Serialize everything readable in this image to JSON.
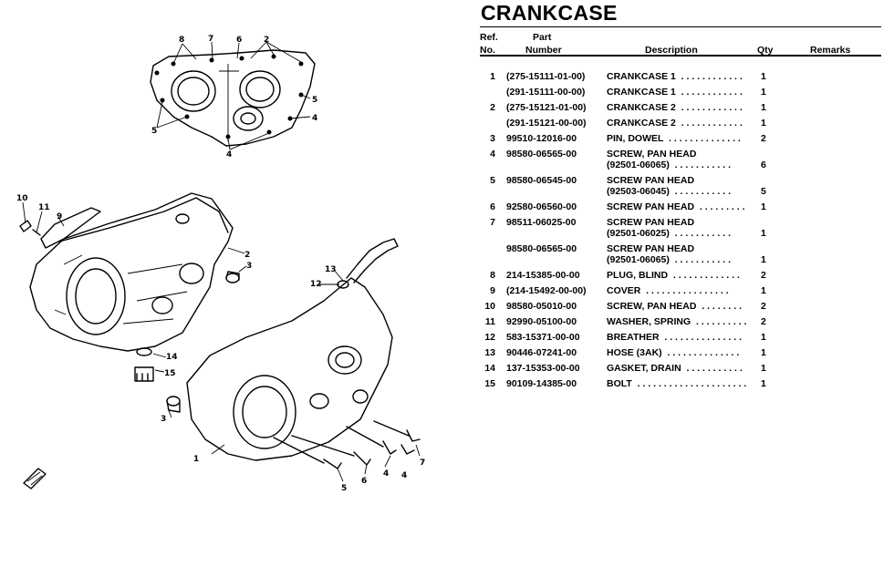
{
  "title": "CRANKCASE",
  "headers": {
    "ref_line1": "Ref.",
    "ref_line2": "No.",
    "part_line1": "Part",
    "part_line2": "Number",
    "description": "Description",
    "qty": "Qty",
    "remarks": "Remarks"
  },
  "parts": [
    {
      "ref": "1",
      "part_number": "(275-15111-01-00)",
      "description": [
        "CRANKCASE 1  . . . . . . . . . . . ."
      ],
      "qty": "1"
    },
    {
      "ref": "",
      "part_number": "(291-15111-00-00)",
      "description": [
        "CRANKCASE 1  . . . . . . . . . . . ."
      ],
      "qty": "1"
    },
    {
      "ref": "2",
      "part_number": "(275-15121-01-00)",
      "description": [
        "CRANKCASE 2  . . . . . . . . . . . ."
      ],
      "qty": "1"
    },
    {
      "ref": "",
      "part_number": "(291-15121-00-00)",
      "description": [
        "CRANKCASE 2  . . . . . . . . . . . ."
      ],
      "qty": "1"
    },
    {
      "ref": "3",
      "part_number": "99510-12016-00",
      "description": [
        "PIN, DOWEL  . . . . . . . . . . . . . ."
      ],
      "qty": "2"
    },
    {
      "ref": "4",
      "part_number": "98580-06565-00",
      "description": [
        "SCREW, PAN HEAD",
        "(92501-06065)  . . . . . . . . . . ."
      ],
      "qty": "6"
    },
    {
      "ref": "5",
      "part_number": "98580-06545-00",
      "description": [
        "SCREW PAN HEAD",
        "(92503-06045)  . . . . . . . . . . ."
      ],
      "qty": "5"
    },
    {
      "ref": "6",
      "part_number": "92580-06560-00",
      "description": [
        "SCREW PAN HEAD  . . . . . . . . ."
      ],
      "qty": "1"
    },
    {
      "ref": "7",
      "part_number": "98511-06025-00",
      "description": [
        "SCREW PAN HEAD",
        "(92501-06025)  . . . . . . . . . . ."
      ],
      "qty": "1"
    },
    {
      "ref": "",
      "part_number": "98580-06565-00",
      "description": [
        "SCREW PAN HEAD",
        "(92501-06065)  . . . . . . . . . . ."
      ],
      "qty": "1"
    },
    {
      "ref": "8",
      "part_number": "214-15385-00-00",
      "description": [
        "PLUG, BLIND  . . . . . . . . . . . . ."
      ],
      "qty": "2"
    },
    {
      "ref": "9",
      "part_number": "(214-15492-00-00)",
      "description": [
        "COVER  . . . . . . . . . . . . . . . ."
      ],
      "qty": "1"
    },
    {
      "ref": "10",
      "part_number": "98580-05010-00",
      "description": [
        "SCREW, PAN HEAD  . . . . . . . ."
      ],
      "qty": "2"
    },
    {
      "ref": "11",
      "part_number": "92990-05100-00",
      "description": [
        "WASHER, SPRING  . . . . . . . . . ."
      ],
      "qty": "2"
    },
    {
      "ref": "12",
      "part_number": "583-15371-00-00",
      "description": [
        "BREATHER  . . . . . . . . . . . . . . ."
      ],
      "qty": "1"
    },
    {
      "ref": "13",
      "part_number": "90446-07241-00",
      "description": [
        "HOSE (3AK)  . . . . . . . . . . . . . ."
      ],
      "qty": "1"
    },
    {
      "ref": "14",
      "part_number": "137-15353-00-00",
      "description": [
        "GASKET, DRAIN  . . . . . . . . . . ."
      ],
      "qty": "1"
    },
    {
      "ref": "15",
      "part_number": "90109-14385-00",
      "description": [
        "BOLT  . . . . . . . . . . . . . . . . . . . . ."
      ],
      "qty": "1"
    }
  ],
  "diagram": {
    "callouts": [
      "1",
      "2",
      "3",
      "4",
      "5",
      "6",
      "7",
      "8",
      "9",
      "10",
      "11",
      "12",
      "13",
      "14",
      "15"
    ],
    "icon": "exploded-view-drawing"
  }
}
